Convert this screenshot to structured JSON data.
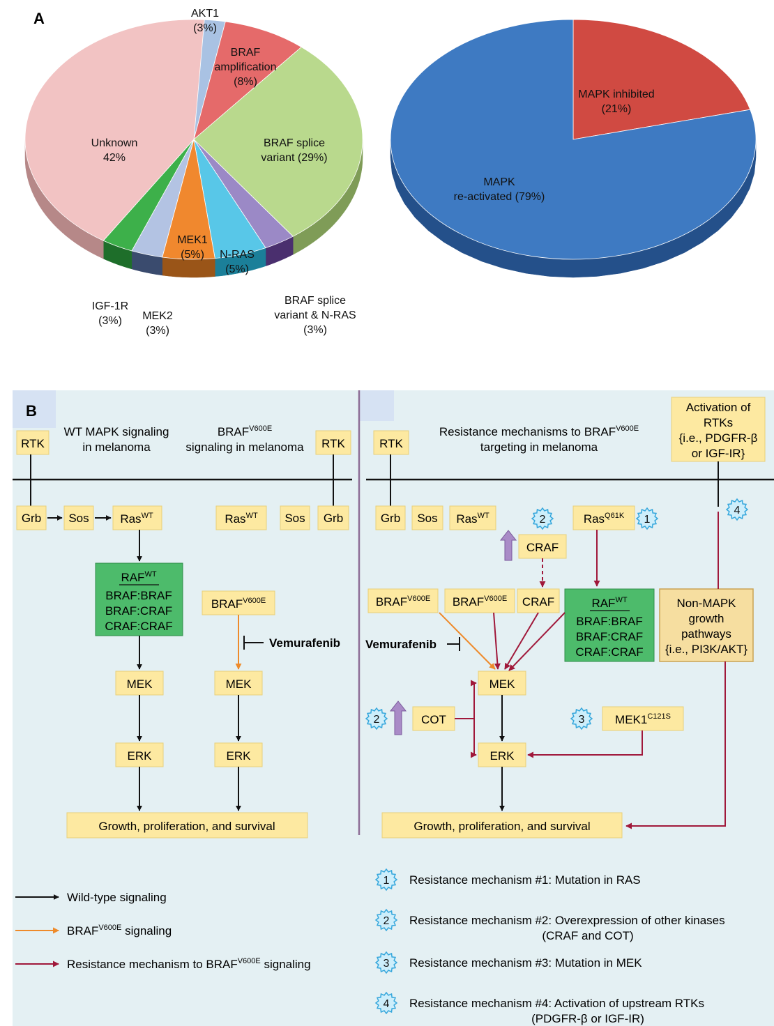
{
  "panel_a": {
    "label": "A",
    "left_pie": {
      "slices": [
        {
          "name": "AKT1",
          "pct": 3,
          "color": "#a9c2e3",
          "dark": "#6f86a8",
          "label": [
            "AKT1",
            "(3%)"
          ]
        },
        {
          "name": "BRAF amplification",
          "pct": 8,
          "color": "#e56a6a",
          "dark": "#a84646",
          "label": [
            "BRAF",
            "amplification",
            "(8%)"
          ]
        },
        {
          "name": "BRAF splice variant",
          "pct": 29,
          "color": "#b9d98d",
          "dark": "#7f9c57",
          "label": [
            "BRAF splice",
            "variant (29%)"
          ]
        },
        {
          "name": "BRAF splice variant & N-RAS",
          "pct": 3,
          "color": "#9b89c6",
          "dark": "#4a2f6e",
          "label": [
            "BRAF splice",
            "variant & N-RAS",
            "(3%)"
          ]
        },
        {
          "name": "N-RAS",
          "pct": 5,
          "color": "#58c7e8",
          "dark": "#1b7f99",
          "label": [
            "N-RAS",
            "(5%)"
          ]
        },
        {
          "name": "MEK1",
          "pct": 5,
          "color": "#f0882e",
          "dark": "#9a5518",
          "label": [
            "MEK1",
            "(5%)"
          ]
        },
        {
          "name": "MEK2",
          "pct": 3,
          "color": "#b3c3e3",
          "dark": "#3a4b6e",
          "label": [
            "MEK2",
            "(3%)"
          ]
        },
        {
          "name": "IGF-1R",
          "pct": 3,
          "color": "#3db04a",
          "dark": "#1e6e2a",
          "label": [
            "IGF-1R",
            "(3%)"
          ]
        },
        {
          "name": "Unknown",
          "pct": 42,
          "color": "#f2c3c3",
          "dark": "#b68888",
          "label": [
            "Unknown",
            "42%"
          ]
        }
      ]
    },
    "right_pie": {
      "slices": [
        {
          "name": "MAPK inhibited",
          "pct": 21,
          "color": "#d04a42",
          "dark": "#8c2a25",
          "label": [
            "MAPK inhibited",
            "(21%)"
          ]
        },
        {
          "name": "MAPK re-activated",
          "pct": 79,
          "color": "#3e7ac2",
          "dark": "#24508a",
          "label": [
            "MAPK",
            "re-activated (79%)"
          ]
        }
      ]
    }
  },
  "panel_b": {
    "label": "B",
    "left": {
      "title_wt": [
        "WT MAPK signaling",
        "in melanoma"
      ],
      "title_braf": [
        "BRAF",
        "V600E",
        "signaling in melanoma"
      ],
      "rtk": "RTK",
      "grb": "Grb",
      "sos": "Sos",
      "ras": "Ras",
      "wt_sup": "WT",
      "raf": "RAF",
      "raf_lines": [
        "BRAF:BRAF",
        "BRAF:CRAF",
        "CRAF:CRAF"
      ],
      "braf": "BRAF",
      "v600e": "V600E",
      "vemurafenib": "Vemurafenib",
      "mek": "MEK",
      "erk": "ERK",
      "growth": "Growth, proliferation, and survival"
    },
    "right": {
      "title": [
        "Resistance mechanisms to BRAF",
        "V600E",
        "targeting in melanoma"
      ],
      "activation": [
        "Activation of",
        "RTKs",
        "{i.e., PDGFR-β",
        "or IGF-IR}"
      ],
      "rtk": "RTK",
      "grb": "Grb",
      "sos": "Sos",
      "ras": "Ras",
      "wt_sup": "WT",
      "q61k": "Q61K",
      "craf": "CRAF",
      "braf": "BRAF",
      "v600e": "V600E",
      "raf": "RAF",
      "raf_lines": [
        "BRAF:BRAF",
        "BRAF:CRAF",
        "CRAF:CRAF"
      ],
      "non_mapk": [
        "Non-MAPK",
        "growth",
        "pathways",
        "{i.e., PI3K/AKT}"
      ],
      "vemurafenib": "Vemurafenib",
      "mek": "MEK",
      "cot": "COT",
      "mek1": "MEK1",
      "c121s": "C121S",
      "erk": "ERK",
      "growth": "Growth, proliferation, and survival",
      "badges": [
        "1",
        "2",
        "2",
        "3",
        "4"
      ]
    },
    "legend_left": [
      {
        "text": "Wild-type signaling",
        "color": "#111111"
      },
      {
        "text": "BRAF",
        "sup": "V600E",
        "tail": " signaling",
        "color": "#ee8a2a"
      },
      {
        "text": "Resistance mechanism to BRAF",
        "sup": "V600E",
        "tail": " signaling",
        "color": "#a0183a"
      }
    ],
    "legend_right": [
      {
        "num": "1",
        "lines": [
          "Resistance mechanism #1: Mutation in RAS"
        ]
      },
      {
        "num": "2",
        "lines": [
          "Resistance mechanism #2: Overexpression of other kinases",
          "(CRAF and COT)"
        ]
      },
      {
        "num": "3",
        "lines": [
          "Resistance mechanism #3: Mutation in MEK"
        ]
      },
      {
        "num": "4",
        "lines": [
          "Resistance mechanism #4: Activation of upstream RTKs",
          "(PDGFR-β or IGF-IR)"
        ]
      }
    ]
  },
  "colors": {
    "panel_bg": "#e4f0f3",
    "box_fill": "#fde9a1",
    "box_stroke": "#e7cf7a",
    "raf_fill": "#4dbb6b",
    "badge_fill": "#cdeefb",
    "badge_stroke": "#36a7dc",
    "orange": "#ee8a2a",
    "red": "#a0183a",
    "purple": "#a98bc7",
    "divider": "#8d6e96"
  }
}
